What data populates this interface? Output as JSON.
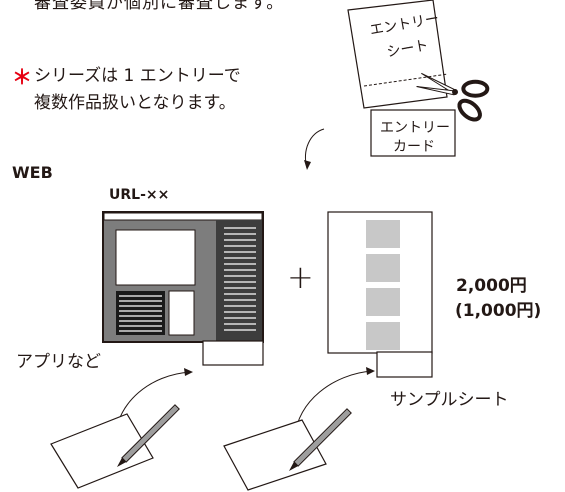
{
  "top_text": "審査委員が個別に審査します。",
  "note": {
    "asterisk": "＊",
    "line1": "シリーズは 1 エントリーで",
    "line2": "複数作品扱いとなります。"
  },
  "entry": {
    "sheet_line1": "エントリー",
    "sheet_line2": "シート",
    "card_line1": "エントリー",
    "card_line2": "カード"
  },
  "web_label": "WEB",
  "url_label": "URL-××",
  "app_label": "アプリなど",
  "plus": "+",
  "price": {
    "main": "2,000円",
    "sub": "(1,000円)"
  },
  "sample_label": "サンプルシート",
  "icons": [
    "scissors-icon",
    "pencil-icon"
  ]
}
